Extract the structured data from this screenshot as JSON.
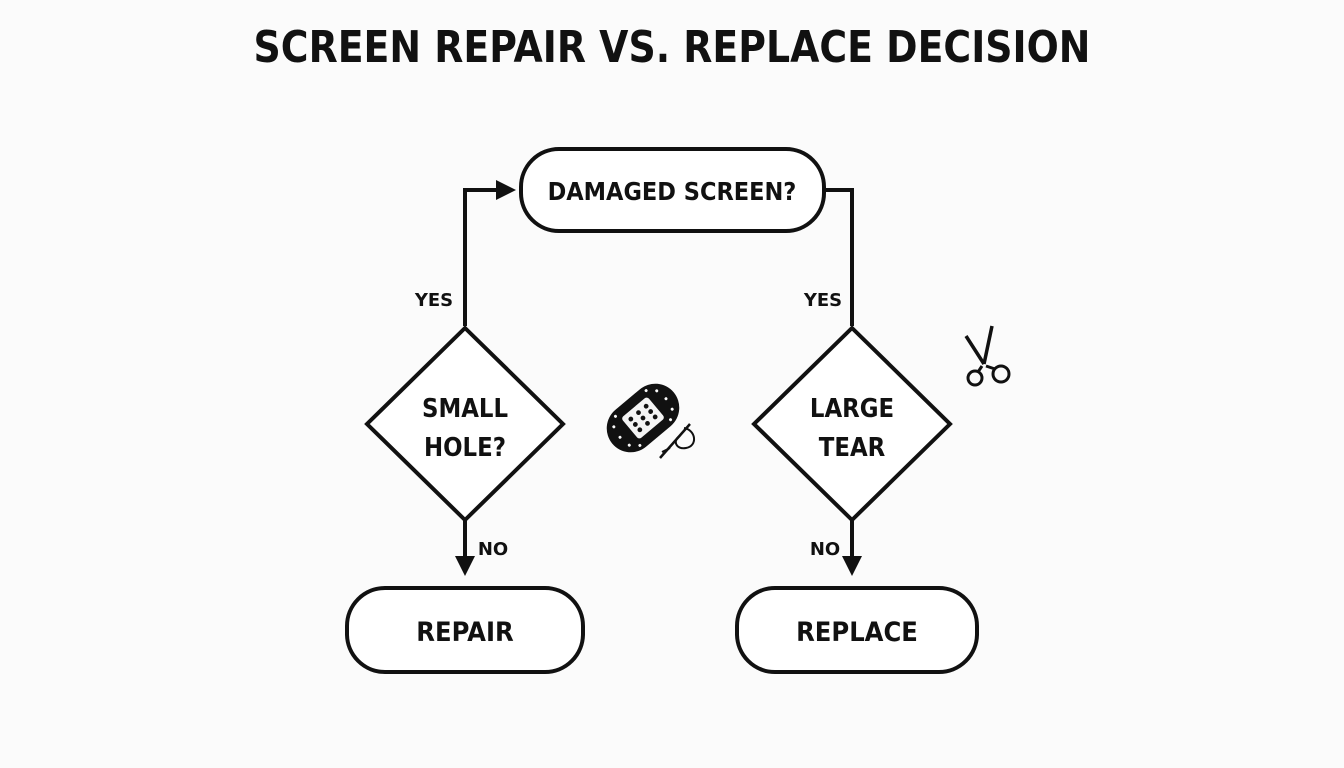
{
  "title": "SCREEN REPAIR VS. REPLACE DECISION",
  "nodes": {
    "start": "DAMAGED SCREEN?",
    "left_decision_line1": "SMALL",
    "left_decision_line2": "HOLE?",
    "right_decision_line1": "LARGE",
    "right_decision_line2": "TEAR",
    "left_outcome": "REPAIR",
    "right_outcome": "REPLACE"
  },
  "edges": {
    "left_upper": "YES",
    "right_upper": "YES",
    "left_lower": "NO",
    "right_lower": "NO"
  },
  "icons": {
    "patch": "patch-with-needle-icon",
    "scissors": "scissors-icon"
  },
  "colors": {
    "ink": "#111111",
    "background": "#fbfbfb"
  }
}
